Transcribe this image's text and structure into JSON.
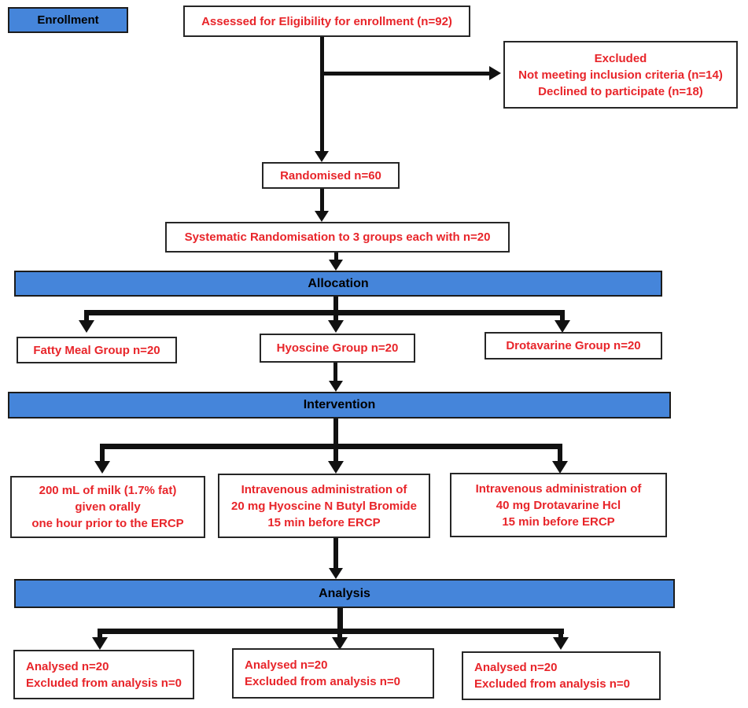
{
  "colors": {
    "blue": "#4585da",
    "red": "#e8252a"
  },
  "stages": {
    "enrollment": "Enrollment",
    "allocation": "Allocation",
    "intervention": "Intervention",
    "analysis": "Analysis"
  },
  "enrollment": {
    "assessed": "Assessed for Eligibility for enrollment (n=92)",
    "excluded": {
      "title": "Excluded",
      "line1": "Not meeting inclusion criteria (n=14)",
      "line2": "Declined to participate (n=18)"
    },
    "randomised": "Randomised n=60",
    "systematic": "Systematic Randomisation to 3 groups each with n=20"
  },
  "allocation": {
    "groups": [
      "Fatty Meal Group n=20",
      "Hyoscine Group n=20",
      "Drotavarine Group n=20"
    ]
  },
  "intervention": {
    "boxes": [
      {
        "line1": "200 mL of milk (1.7% fat)",
        "line2": "given orally",
        "line3": "one hour prior to the ERCP"
      },
      {
        "line1": "Intravenous administration of",
        "line2": "20 mg Hyoscine N Butyl Bromide",
        "line3": "15 min before ERCP"
      },
      {
        "line1": "Intravenous administration of",
        "line2": "40 mg Drotavarine Hcl",
        "line3": "15 min before ERCP"
      }
    ]
  },
  "analysis": {
    "boxes": [
      {
        "line1": "Analysed n=20",
        "line2": "Excluded from analysis n=0"
      },
      {
        "line1": "Analysed n=20",
        "line2": "Excluded from analysis n=0"
      },
      {
        "line1": "Analysed n=20",
        "line2": "Excluded from analysis n=0"
      }
    ]
  }
}
